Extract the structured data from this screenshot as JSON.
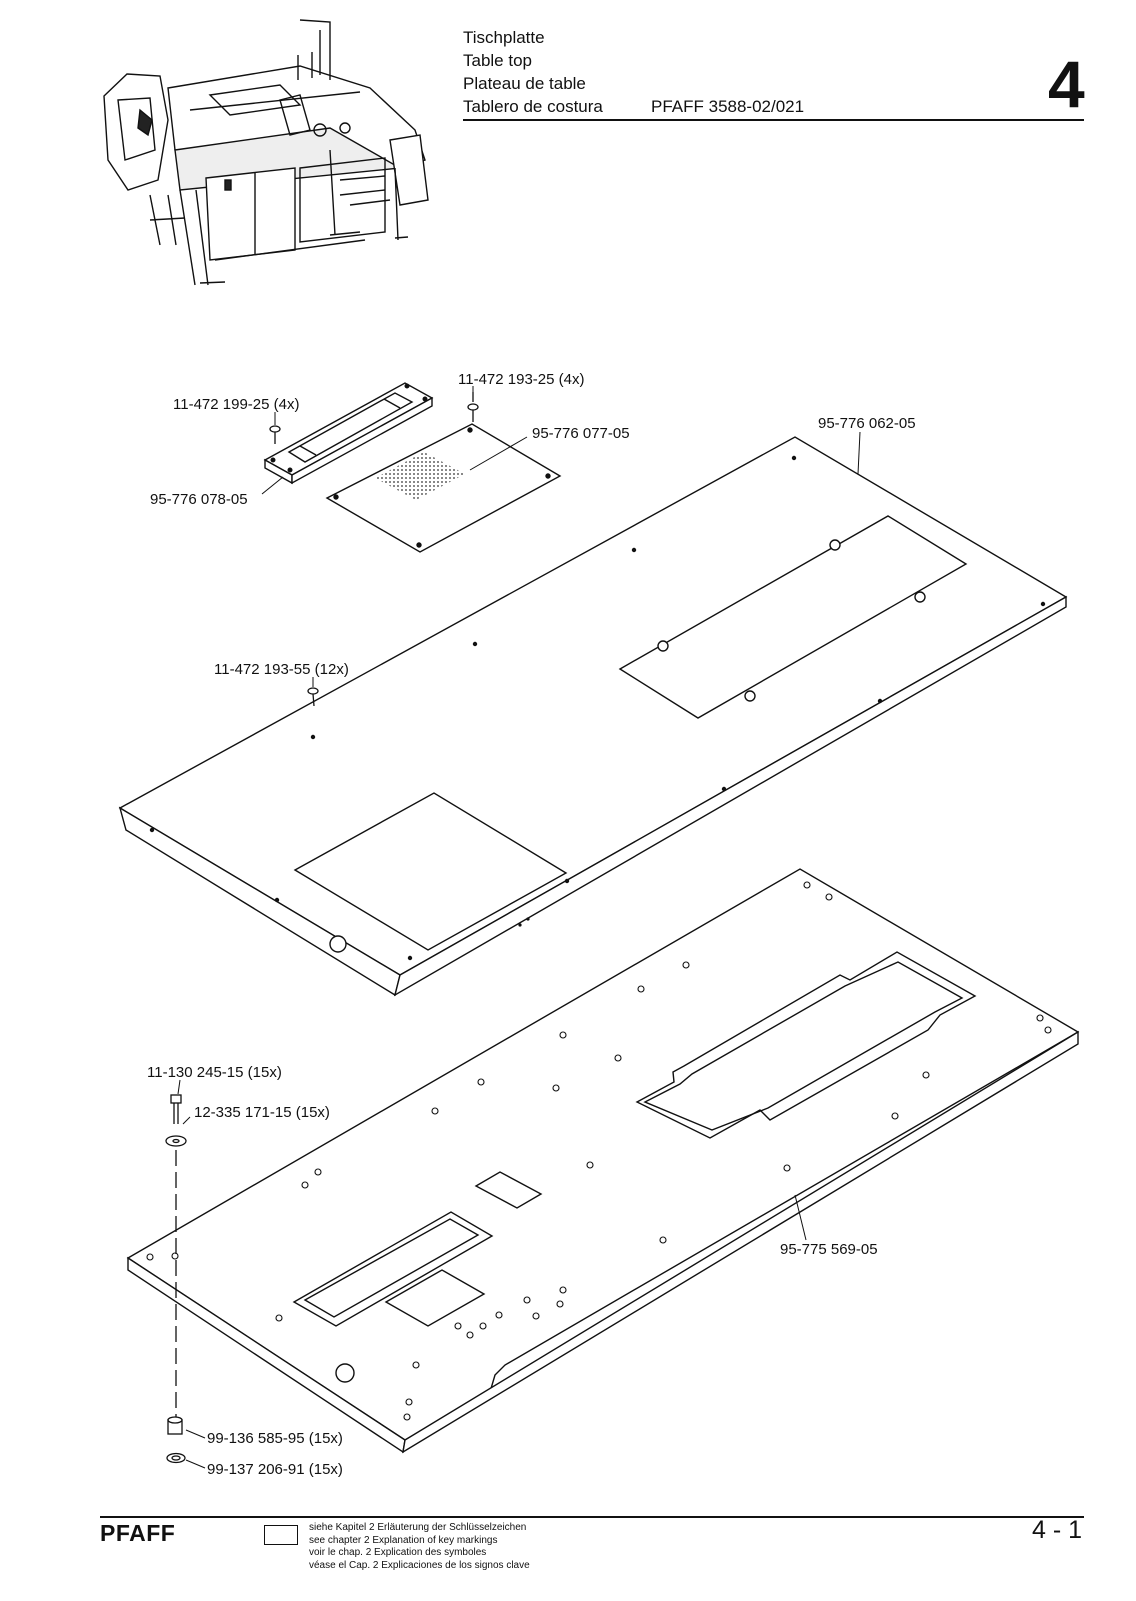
{
  "header": {
    "titles": [
      "Tischplatte",
      "Table top",
      "Plateau de table",
      "Tablero de costura"
    ],
    "model": "PFAFF 3588-02/021",
    "chapter": "4"
  },
  "parts": {
    "screw_a": "11-472 199-25 (4x)",
    "screw_b": "11-472 193-25 (4x)",
    "cover_plate": "95-776 077-05",
    "table_top": "95-776 062-05",
    "frame": "95-776 078-05",
    "screw_c": "11-472 193-55 (12x)",
    "bolt": "11-130 245-15 (15x)",
    "washer": "12-335 171-15 (15x)",
    "base_plate": "95-775 569-05",
    "nut": "99-136 585-95 (15x)",
    "ring": "99-137 206-91 (15x)"
  },
  "footer": {
    "brand": "PFAFF",
    "key_lines": [
      "siehe Kapitel 2 Erläuterung der Schlüsselzeichen",
      "see chapter 2 Explanation of key markings",
      "voir le chap. 2 Explication des symboles",
      "véase el Cap. 2 Explicaciones de los signos clave"
    ],
    "page": "4 - 1"
  }
}
